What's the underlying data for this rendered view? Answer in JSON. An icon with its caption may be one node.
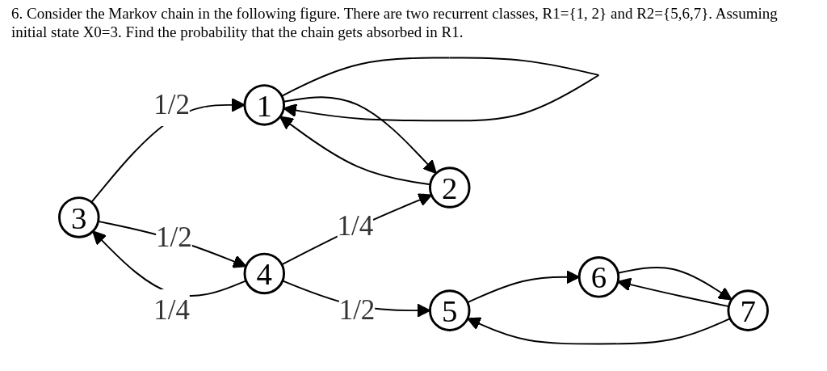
{
  "diagram": {
    "title": "6. Consider the Markov chain in the following figure. There are two recurrent classes, R1={1, 2} and R2={5,6,7}. Assuming initial state X0=3. Find the probability that the chain gets absorbed in R1.",
    "nodes": [
      {
        "text": [
          "1"
        ]
      },
      {
        "text": [
          "2"
        ]
      },
      {
        "text": [
          "3"
        ]
      },
      {
        "text": [
          "4"
        ]
      },
      {
        "text": [
          "5"
        ]
      },
      {
        "text": [
          "6"
        ]
      },
      {
        "text": [
          "7"
        ]
      }
    ],
    "edges": [
      {
        "from": 0,
        "to": 0,
        "arrow": "to"
      },
      {
        "from": 2,
        "to": 0,
        "arrow": "to",
        "label": "1/2"
      },
      {
        "from": 0,
        "to": 1,
        "arrow": "to"
      },
      {
        "from": 1,
        "to": 0,
        "arrow": "to"
      },
      {
        "from": 2,
        "to": 3,
        "arrow": "to",
        "label": "1/2"
      },
      {
        "from": 3,
        "to": 2,
        "arrow": "to",
        "label": "1/4"
      },
      {
        "from": 3,
        "to": 1,
        "arrow": "to",
        "label": "1/4"
      },
      {
        "from": 3,
        "to": 4,
        "arrow": "to",
        "label": "1/2"
      },
      {
        "from": 4,
        "to": 5,
        "arrow": "to"
      },
      {
        "from": 5,
        "to": 6,
        "arrow": "to"
      },
      {
        "from": 6,
        "to": 5,
        "arrow": "to"
      },
      {
        "from": 6,
        "to": 4,
        "arrow": "to"
      }
    ]
  }
}
